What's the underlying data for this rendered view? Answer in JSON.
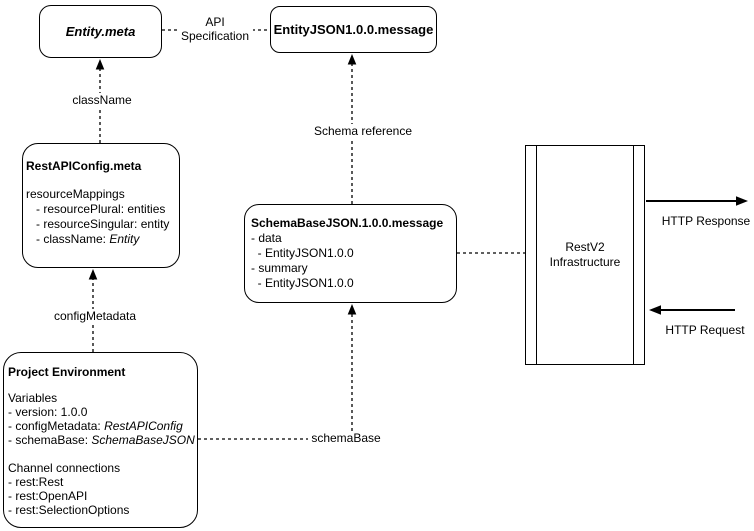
{
  "canvas": {
    "background": "#ffffff",
    "stroke": "#000000"
  },
  "nodes": {
    "entity_meta": {
      "title": "Entity.meta"
    },
    "entity_json_message": {
      "title": "EntityJSON1.0.0.message"
    },
    "rest_api_config": {
      "title": "RestAPIConfig.meta",
      "lines": [
        {
          "pre": "resourceMappings",
          "em": ""
        },
        {
          "pre": "   - resourcePlural: entities",
          "em": ""
        },
        {
          "pre": "   - resourceSingular: entity",
          "em": ""
        },
        {
          "pre": "   - className: ",
          "em": "Entity"
        }
      ]
    },
    "schema_base_json_message": {
      "title": "SchemaBaseJSON.1.0.0.message",
      "lines": [
        {
          "pre": "- data",
          "em": ""
        },
        {
          "pre": "  - EntityJSON1.0.0",
          "em": ""
        },
        {
          "pre": "- summary",
          "em": ""
        },
        {
          "pre": "  - EntityJSON1.0.0",
          "em": ""
        }
      ]
    },
    "restv2_infrastructure": {
      "line1": "RestV2",
      "line2": "Infrastructure"
    },
    "project_environment": {
      "title": "Project Environment",
      "lines": [
        {
          "pre": "Variables",
          "em": ""
        },
        {
          "pre": "- version: 1.0.0",
          "em": ""
        },
        {
          "pre": "- configMetadata: ",
          "em": "RestAPIConfig"
        },
        {
          "pre": "- schemaBase: ",
          "em": "SchemaBaseJSON"
        },
        {
          "pre": "",
          "em": ""
        },
        {
          "pre": "Channel connections",
          "em": ""
        },
        {
          "pre": "- rest:Rest",
          "em": ""
        },
        {
          "pre": "- rest:OpenAPI",
          "em": ""
        },
        {
          "pre": "- rest:SelectionOptions",
          "em": ""
        }
      ]
    }
  },
  "edges": {
    "api_specification": {
      "line1": "API",
      "line2": "Specification"
    },
    "class_name": {
      "label": "className"
    },
    "schema_reference": {
      "label": "Schema reference"
    },
    "config_metadata": {
      "label": "configMetadata"
    },
    "schema_base": {
      "label": "schemaBase"
    },
    "http_response": {
      "label": "HTTP Response"
    },
    "http_request": {
      "label": "HTTP Request"
    }
  }
}
